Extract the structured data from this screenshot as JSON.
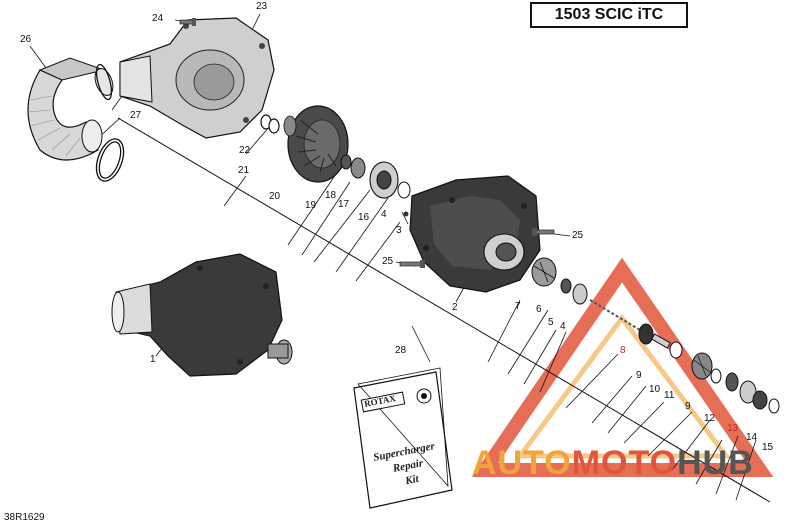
{
  "diagram": {
    "model_label": "1503 SCIC iTC",
    "drawing_code": "38R1629",
    "callouts": [
      {
        "id": "c1",
        "text": "1"
      },
      {
        "id": "c2",
        "text": "2"
      },
      {
        "id": "c3",
        "text": "3"
      },
      {
        "id": "c4a",
        "text": "4"
      },
      {
        "id": "c4b",
        "text": "4"
      },
      {
        "id": "c5",
        "text": "5"
      },
      {
        "id": "c6",
        "text": "6"
      },
      {
        "id": "c7",
        "text": "7"
      },
      {
        "id": "c8",
        "text": "8"
      },
      {
        "id": "c9a",
        "text": "9"
      },
      {
        "id": "c9b",
        "text": "9"
      },
      {
        "id": "c10",
        "text": "10"
      },
      {
        "id": "c11",
        "text": "11"
      },
      {
        "id": "c12",
        "text": "12"
      },
      {
        "id": "c13",
        "text": "13"
      },
      {
        "id": "c14",
        "text": "14"
      },
      {
        "id": "c15",
        "text": "15"
      },
      {
        "id": "c16",
        "text": "16"
      },
      {
        "id": "c17",
        "text": "17"
      },
      {
        "id": "c18",
        "text": "18"
      },
      {
        "id": "c19",
        "text": "19"
      },
      {
        "id": "c20",
        "text": "20"
      },
      {
        "id": "c21",
        "text": "21"
      },
      {
        "id": "c22",
        "text": "22"
      },
      {
        "id": "c23",
        "text": "23"
      },
      {
        "id": "c24",
        "text": "24"
      },
      {
        "id": "c25a",
        "text": "25"
      },
      {
        "id": "c25b",
        "text": "25"
      },
      {
        "id": "c26",
        "text": "26"
      },
      {
        "id": "c27",
        "text": "27"
      },
      {
        "id": "c28",
        "text": "28"
      }
    ],
    "repair_kit": {
      "brand": "ROTAX",
      "title_line1": "Supercharger",
      "title_line2": "Repair",
      "title_line3": "Kit"
    }
  },
  "watermark": {
    "part1": "AUTO",
    "part2": "MOTO",
    "part3": "HUB"
  },
  "colors": {
    "ink": "#111111",
    "callout_red": "#c8262a",
    "watermark_orange": "#f2a43a",
    "watermark_red": "#e2553a",
    "watermark_gray": "#555555",
    "part_fill": "#3a3a3a",
    "part_light": "#bdbdbd"
  }
}
